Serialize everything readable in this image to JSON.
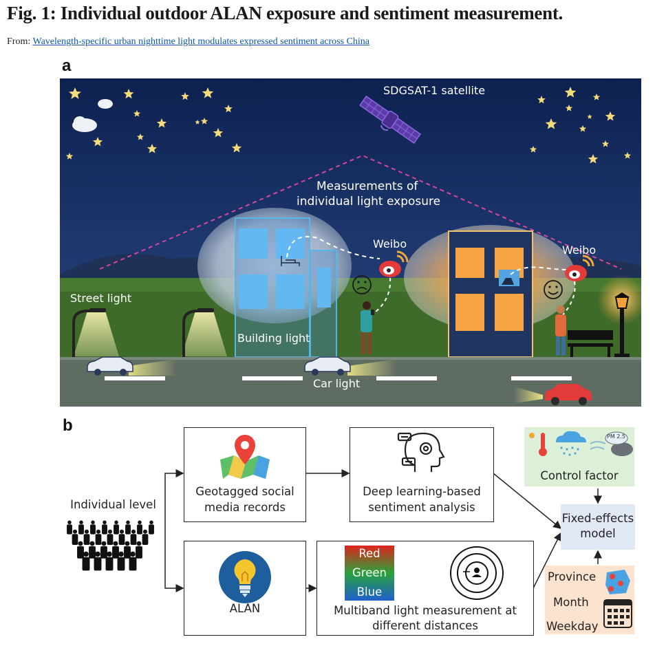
{
  "figure": {
    "title": "Fig. 1: Individual outdoor ALAN exposure and sentiment measurement.",
    "from_prefix": "From:",
    "from_link": "Wavelength-specific urban nighttime light modulates expressed sentiment across China"
  },
  "panel_a": {
    "label": "a",
    "satellite": "SDGSAT-1 satellite",
    "measurement_line1": "Measurements of",
    "measurement_line2": "individual light exposure",
    "weibo_left": "Weibo",
    "weibo_right": "Weibo",
    "street_light": "Street light",
    "building_light": "Building light",
    "car_light": "Car light",
    "colors": {
      "sky_top": "#0d2150",
      "sky_bottom": "#2b4a86",
      "grass": "#3e6b2a",
      "road": "#5f6c62",
      "glow_warm": "#f3a13b"
    }
  },
  "panel_b": {
    "label": "b",
    "individual_level": "Individual level",
    "geotag_line1": "Geotagged social",
    "geotag_line2": "media records",
    "deep_line1": "Deep learning-based",
    "deep_line2": "sentiment analysis",
    "control_factor": "Control factor",
    "pm_badge": "PM 2.5",
    "fixed_line1": "Fixed-effects",
    "fixed_line2": "model",
    "alan": "ALAN",
    "band_red": "Red",
    "band_green": "Green",
    "band_blue": "Blue",
    "multiband_line1": "Multiband light measurement at",
    "multiband_line2": "different distances",
    "province": "Province",
    "month": "Month",
    "weekday": "Weekday",
    "colors": {
      "control_bg": "#dcefd7",
      "fixed_bg": "#e1e8f6",
      "time_bg": "#fbe3cf"
    }
  }
}
